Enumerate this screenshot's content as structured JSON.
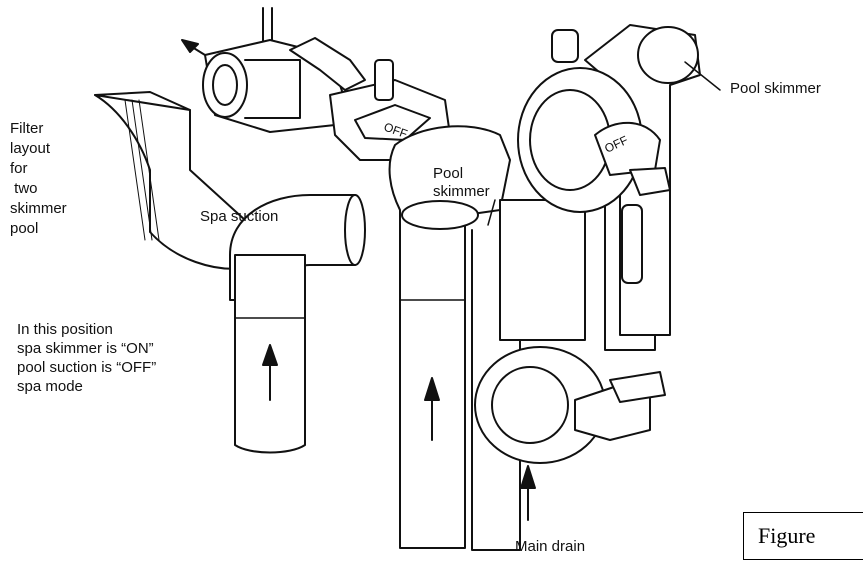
{
  "labels": {
    "filter_layout": [
      "Filter",
      "layout",
      "for",
      " two",
      "skimmer",
      "pool"
    ],
    "spa_suction": "Spa suction",
    "pool_skimmer_middle": [
      "Pool",
      "skimmer"
    ],
    "pool_skimmer_right": "Pool skimmer",
    "position_note": [
      "In this position",
      "spa skimmer is “ON”",
      "pool suction is “OFF”",
      "spa mode"
    ],
    "main_drain": "Main drain",
    "valve_top_off": "OFF",
    "valve_right_off": "OFF"
  },
  "figure_caption": "Figure"
}
